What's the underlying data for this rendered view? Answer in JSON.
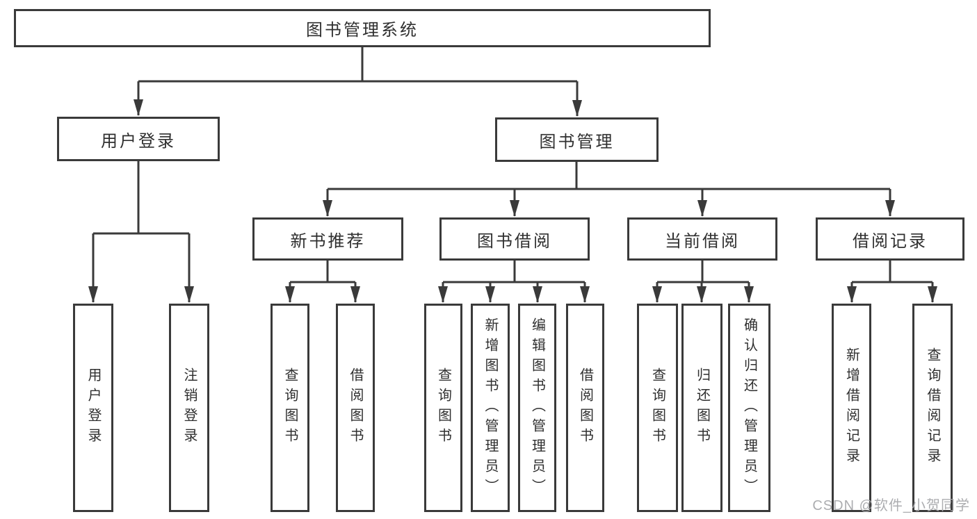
{
  "nodes": {
    "root": "图书管理系统",
    "user_login": "用户登录",
    "book_mgmt": "图书管理",
    "new_books": "新书推荐",
    "book_borrow": "图书借阅",
    "current_borrow": "当前借阅",
    "borrow_records": "借阅记录"
  },
  "leaves": {
    "user_login": [
      "用户登录",
      "注销登录"
    ],
    "new_books": [
      "查询图书",
      "借阅图书"
    ],
    "book_borrow": [
      "查询图书",
      "新增图书（管理员）",
      "编辑图书（管理员）",
      "借阅图书"
    ],
    "current_borrow": [
      "查询图书",
      "归还图书",
      "确认归还（管理员）"
    ],
    "borrow_records": [
      "新增借阅记录",
      "查询借阅记录"
    ]
  },
  "watermark": "CSDN @软件_小贺同学",
  "colors": {
    "line": "#3a3a3a",
    "box_border": "#3a3a3a",
    "text": "#2f2f2f",
    "background": "#ffffff",
    "watermark": "#a8a9ac"
  }
}
